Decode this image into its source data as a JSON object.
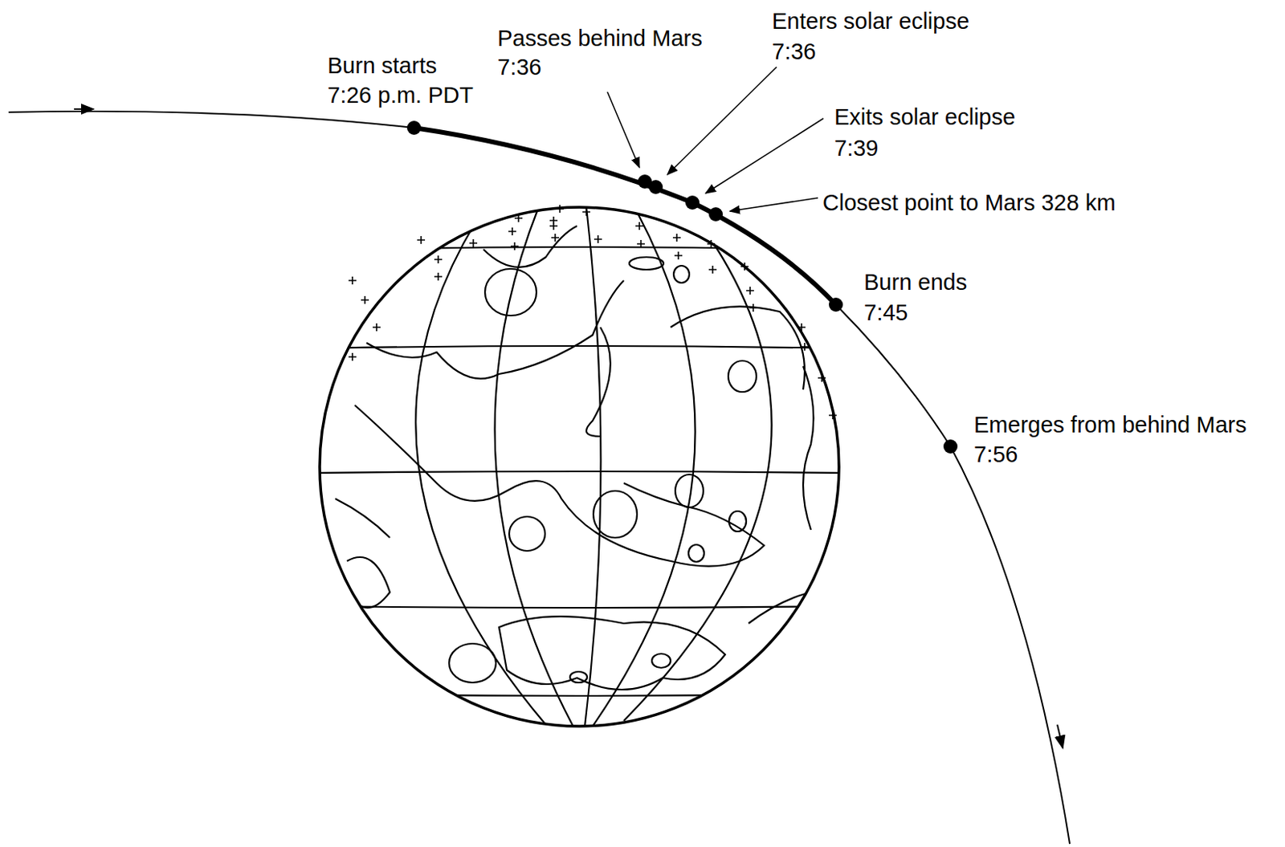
{
  "diagram": {
    "labels": [
      "Burn starts",
      "7:26 p.m. PDT",
      "Passes behind Mars",
      "7:36",
      "Enters solar eclipse",
      "7:36",
      "Exits solar eclipse",
      "7:39",
      "Closest point to Mars 328 km",
      "Burn ends",
      "7:45",
      "Emerges from behind Mars",
      "7:56"
    ]
  }
}
